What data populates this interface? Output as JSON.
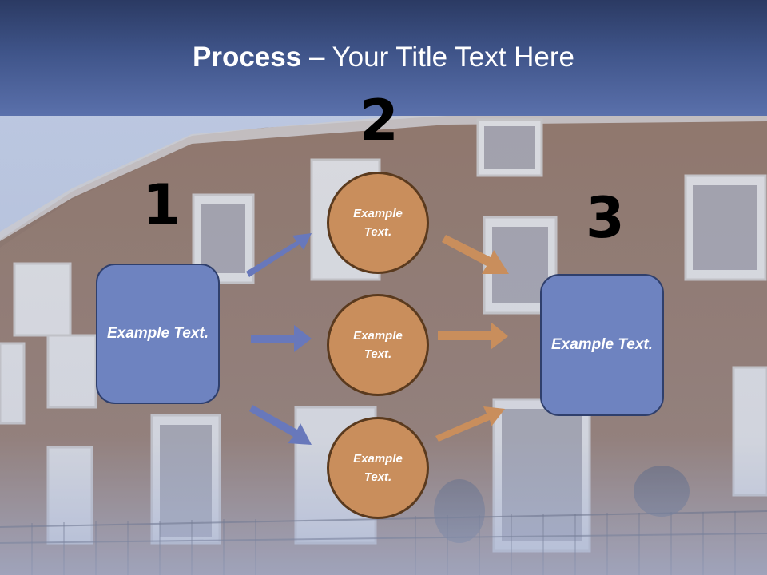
{
  "title": {
    "bold": "Process",
    "rest": " – Your Title Text Here"
  },
  "steps": {
    "one": "1",
    "two": "2",
    "three": "3"
  },
  "left_box": "Example Text.",
  "right_box": "Example Text.",
  "circles": [
    {
      "label": "Example Text."
    },
    {
      "label": "Example Text."
    },
    {
      "label": "Example Text."
    }
  ],
  "colors": {
    "header": "#3f5489",
    "box": "#6e83c0",
    "circle": "#c98e5c",
    "arrow_blue": "#6878bb",
    "arrow_orange": "#c98e5c"
  }
}
